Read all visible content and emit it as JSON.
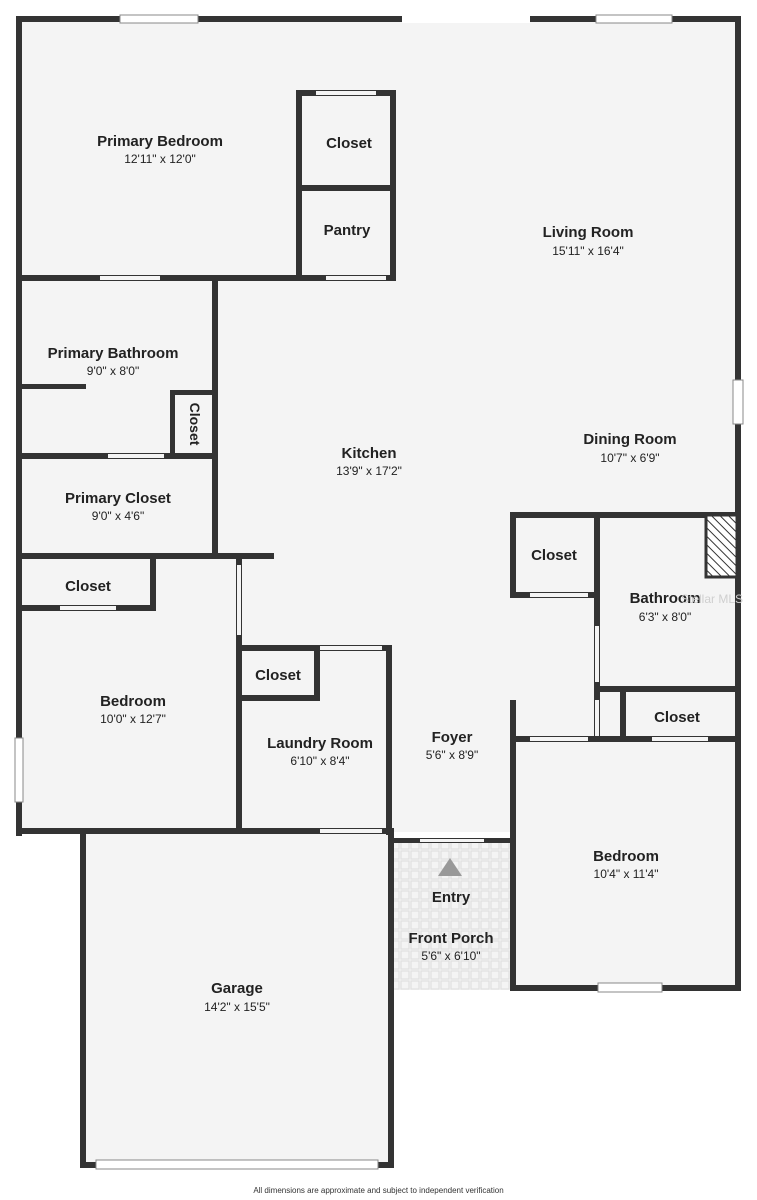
{
  "rooms": [
    {
      "id": "primary-bedroom",
      "name": "Primary Bedroom",
      "dims": "12'11\" x 12'0\""
    },
    {
      "id": "closet-a",
      "name": "Closet",
      "dims": ""
    },
    {
      "id": "pantry",
      "name": "Pantry",
      "dims": ""
    },
    {
      "id": "living-room",
      "name": "Living Room",
      "dims": "15'11\" x 16'4\""
    },
    {
      "id": "primary-bathroom",
      "name": "Primary Bathroom",
      "dims": "9'0\" x 8'0\""
    },
    {
      "id": "closet-vertical",
      "name": "Closet",
      "dims": ""
    },
    {
      "id": "kitchen",
      "name": "Kitchen",
      "dims": "13'9\" x 17'2\""
    },
    {
      "id": "dining-room",
      "name": "Dining Room",
      "dims": "10'7\" x 6'9\""
    },
    {
      "id": "primary-closet",
      "name": "Primary Closet",
      "dims": "9'0\" x 4'6\""
    },
    {
      "id": "closet-b",
      "name": "Closet",
      "dims": ""
    },
    {
      "id": "closet-c",
      "name": "Closet",
      "dims": ""
    },
    {
      "id": "bathroom",
      "name": "Bathroom",
      "dims": "6'3\" x 8'0\""
    },
    {
      "id": "bedroom-a",
      "name": "Bedroom",
      "dims": "10'0\" x 12'7\""
    },
    {
      "id": "closet-d",
      "name": "Closet",
      "dims": ""
    },
    {
      "id": "laundry-room",
      "name": "Laundry Room",
      "dims": "6'10\" x 8'4\""
    },
    {
      "id": "foyer",
      "name": "Foyer",
      "dims": "5'6\" x 8'9\""
    },
    {
      "id": "closet-e",
      "name": "Closet",
      "dims": ""
    },
    {
      "id": "bedroom-b",
      "name": "Bedroom",
      "dims": "10'4\" x 11'4\""
    },
    {
      "id": "entry",
      "name": "Entry",
      "dims": ""
    },
    {
      "id": "front-porch",
      "name": "Front Porch",
      "dims": "5'6\" x 6'10\""
    },
    {
      "id": "garage",
      "name": "Garage",
      "dims": "14'2\" x 15'5\""
    }
  ],
  "watermark": "Stellar MLS",
  "footnote": "All dimensions are approximate and subject to independent verification",
  "colors": {
    "wall": "#333333",
    "floor": "#f4f4f4",
    "window": "#ffffff"
  }
}
